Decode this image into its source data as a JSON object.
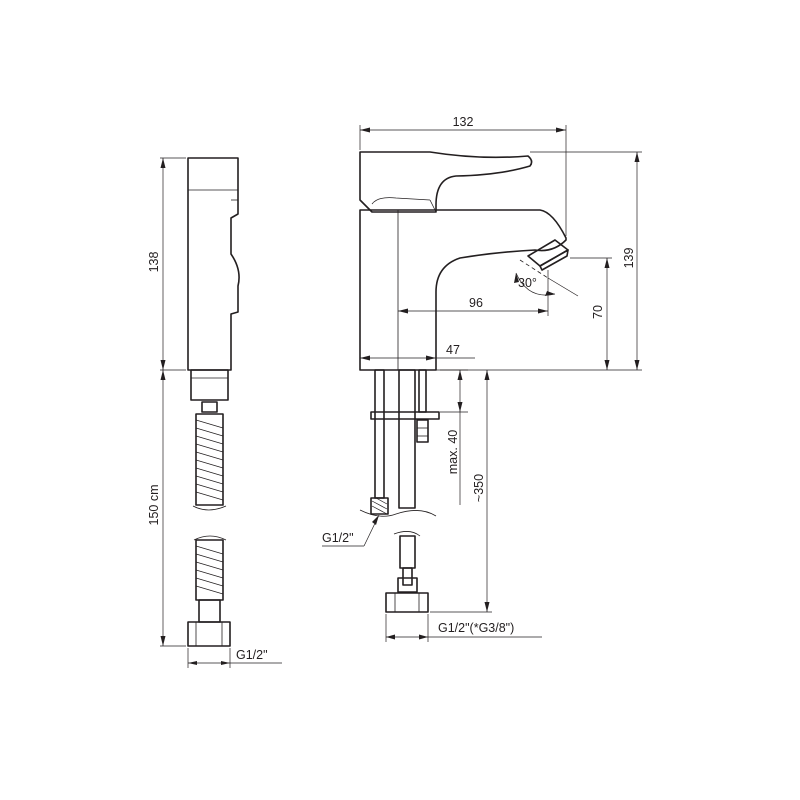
{
  "dimensions": {
    "width_total": "132",
    "height_total": "139",
    "spout_reach": "96",
    "spout_height": "70",
    "base_width": "47",
    "spout_angle": "30°",
    "shower_height": "138",
    "hose_length": "150 cm",
    "counter_thickness": "max. 40",
    "supply_hose_length": "~350",
    "thread_inlet": "G1/2\"",
    "thread_supply": "G1/2\"(*G3/8\")",
    "thread_shower": "G1/2\""
  }
}
